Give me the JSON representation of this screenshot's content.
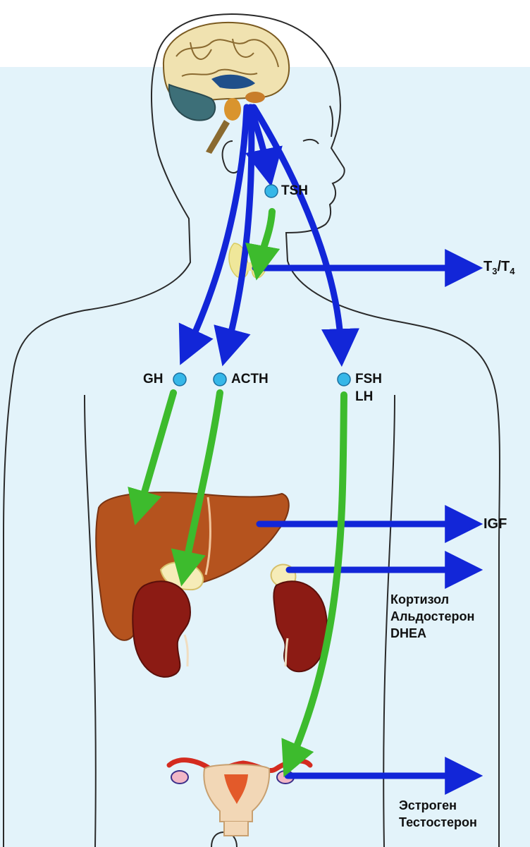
{
  "colors": {
    "background": "#ffffff",
    "background_wash": "#e3f3fa",
    "body_outline": "#2a2a2a",
    "axis_arrow": "#1226d8",
    "target_arrow": "#3dbb2d",
    "receptor_dot": "#36b7e8",
    "liver": "#b5531e",
    "kidney": "#8c1b14",
    "adrenal": "#f6ecb8",
    "thyroid": "#efe79a",
    "uterus": "#f2d7b6",
    "ovary_tube": "#d42b1f",
    "brain": "#f0e2b0"
  },
  "icons": [
    "brain-icon",
    "thyroid-icon",
    "liver-icon",
    "kidney-icon",
    "adrenal-gland-icon",
    "uterus-icon",
    "receptor-dot-icon"
  ],
  "labels": {
    "tsh": "TSH",
    "gh": "GH",
    "acth": "ACTH",
    "fsh": "FSH",
    "lh": "LH",
    "t3": "T",
    "t3_sub": "3",
    "t_sep": "/T",
    "t4_sub": "4",
    "igf": "IGF",
    "adrenal_outputs": [
      "Кортизол",
      "Альдостерон",
      "DHEA"
    ],
    "gonad_outputs": [
      "Эстроген",
      "Тестостерон"
    ]
  }
}
